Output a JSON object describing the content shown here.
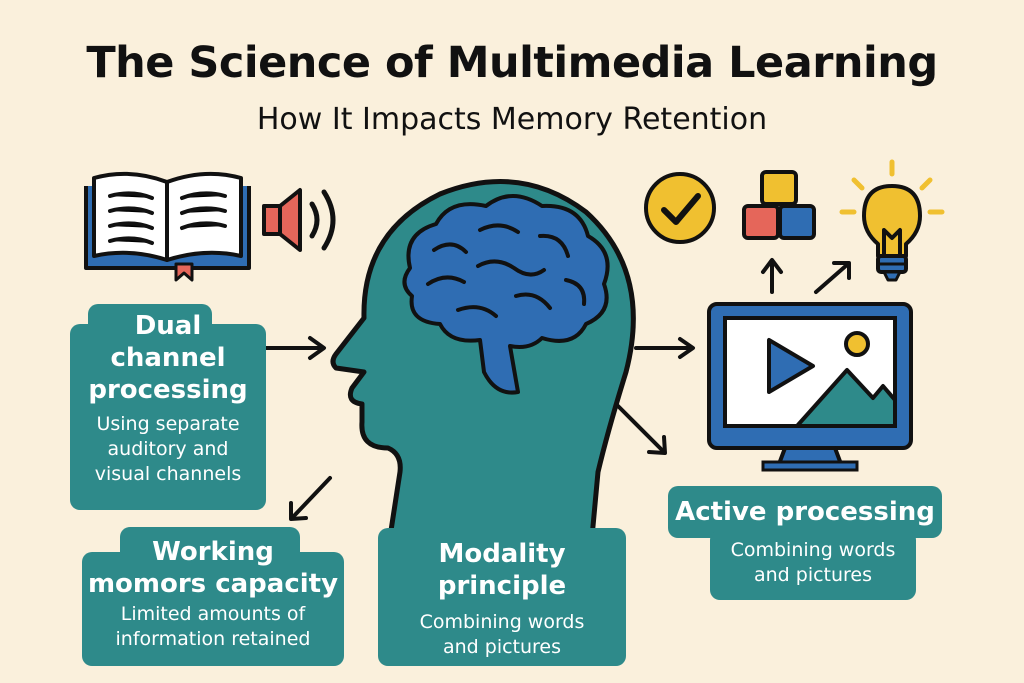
{
  "title": "The Science of Multimedia Learning",
  "subtitle": "How It Impacts Memory Retention",
  "concepts": [
    {
      "heading_lines": [
        "Dual",
        "channel",
        "processing"
      ],
      "desc_lines": [
        "Using separate",
        "auditory and",
        "visual channels"
      ]
    },
    {
      "heading_lines": [
        "Working",
        "momors capacity"
      ],
      "desc_lines": [
        "Limited amounts of",
        "information retained"
      ]
    },
    {
      "heading_lines": [
        "Modality",
        "principle"
      ],
      "desc_lines": [
        "Combining words",
        "and pictures"
      ]
    },
    {
      "heading_lines": [
        "Active processing"
      ],
      "desc_lines": [
        "Combining words",
        "and pictures"
      ]
    }
  ],
  "icons": [
    "book-icon",
    "speaker-icon",
    "head-brain-icon",
    "monitor-media-icon",
    "checkmark-icon",
    "blocks-icon",
    "lightbulb-icon"
  ],
  "colors": {
    "background": "#faf0dc",
    "teal": "#2e8a8a",
    "blue": "#2f6db3",
    "yellow": "#f0c030",
    "coral": "#e5665a"
  }
}
